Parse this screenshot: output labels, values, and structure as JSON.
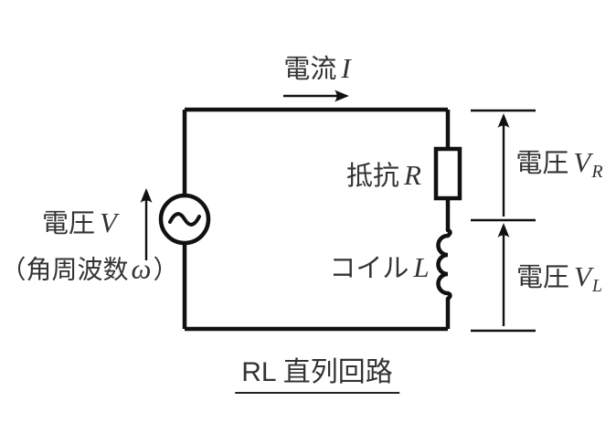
{
  "figure": {
    "title": "RL 直列回路"
  },
  "labels": {
    "current": {
      "text": "電流",
      "symbol": "I"
    },
    "source_voltage": {
      "text": "電圧",
      "symbol": "V"
    },
    "angular_frequency": {
      "prefix": "（角周波数",
      "symbol": "ω",
      "suffix": "）"
    },
    "resistor": {
      "text": "抵抗",
      "symbol": "R"
    },
    "inductor": {
      "text": "コイル",
      "symbol": "L"
    },
    "voltage_r": {
      "text": "電圧",
      "symbol": "V",
      "subscript": "R"
    },
    "voltage_l": {
      "text": "電圧",
      "symbol": "V",
      "subscript": "L"
    }
  },
  "colors": {
    "wire": "#111111",
    "text": "#333333"
  }
}
